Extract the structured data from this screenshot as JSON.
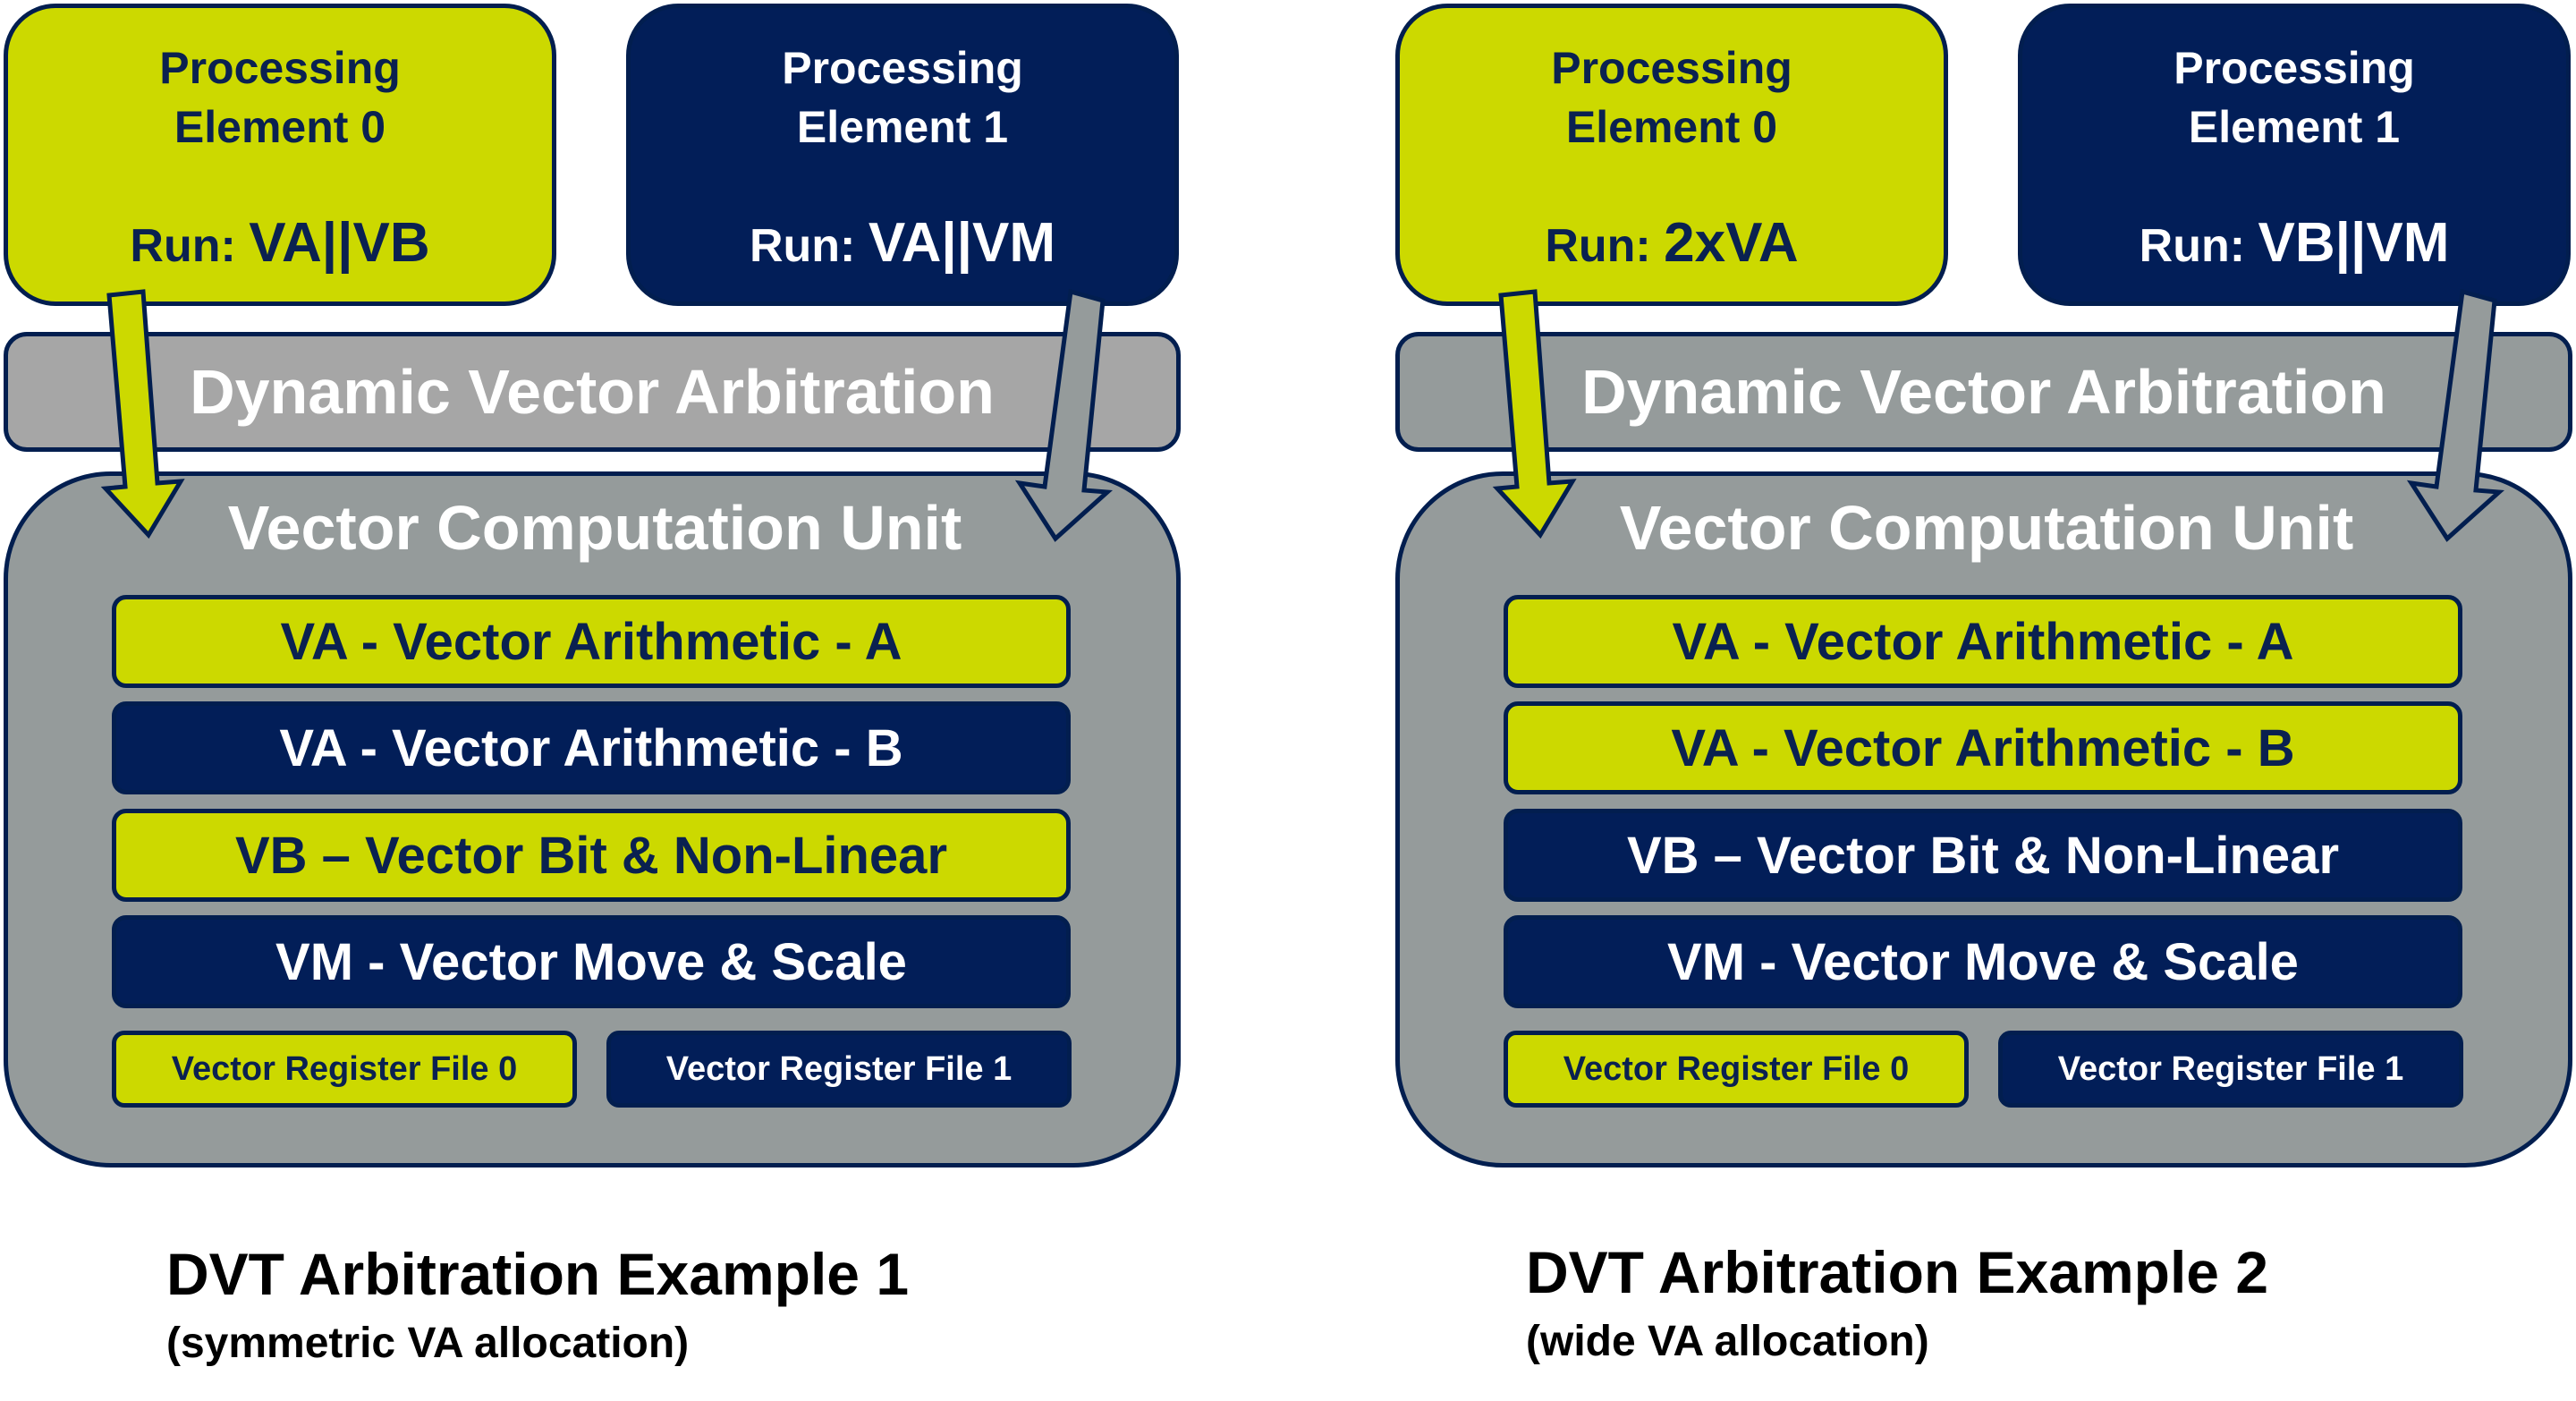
{
  "colors": {
    "lime": "#ccd900",
    "navy": "#021e58",
    "outline": "#021e4f",
    "gray_light": "#a6a6a6",
    "gray": "#959b9b"
  },
  "examples": [
    {
      "pe0": {
        "title_line1": "Processing",
        "title_line2": "Element 0",
        "run_label": "Run:",
        "run_value": "VA||VB"
      },
      "pe1": {
        "title_line1": "Processing",
        "title_line2": "Element 1",
        "run_label": "Run:",
        "run_value": "VA||VM"
      },
      "arbitration": "Dynamic Vector Arbitration",
      "vcu_title": "Vector Computation Unit",
      "units": [
        {
          "label": "VA - Vector Arithmetic - A",
          "owner": "PE0"
        },
        {
          "label": "VA - Vector Arithmetic - B",
          "owner": "PE1"
        },
        {
          "label": "VB – Vector Bit & Non-Linear",
          "owner": "PE0"
        },
        {
          "label": "VM - Vector Move & Scale",
          "owner": "PE1"
        }
      ],
      "register_files": [
        {
          "label": "Vector Register File 0"
        },
        {
          "label": "Vector Register File 1"
        }
      ],
      "caption_title": "DVT Arbitration Example 1",
      "caption_sub": "(symmetric VA allocation)"
    },
    {
      "pe0": {
        "title_line1": "Processing",
        "title_line2": "Element 0",
        "run_label": "Run:",
        "run_value": "2xVA"
      },
      "pe1": {
        "title_line1": "Processing",
        "title_line2": "Element 1",
        "run_label": "Run:",
        "run_value": "VB||VM"
      },
      "arbitration": "Dynamic Vector Arbitration",
      "vcu_title": "Vector Computation Unit",
      "units": [
        {
          "label": "VA - Vector Arithmetic - A",
          "owner": "PE0"
        },
        {
          "label": "VA - Vector Arithmetic - B",
          "owner": "PE0"
        },
        {
          "label": "VB – Vector Bit & Non-Linear",
          "owner": "PE1"
        },
        {
          "label": "VM - Vector Move & Scale",
          "owner": "PE1"
        }
      ],
      "register_files": [
        {
          "label": "Vector Register File 0"
        },
        {
          "label": "Vector Register File 1"
        }
      ],
      "caption_title": "DVT Arbitration Example 2",
      "caption_sub": "(wide VA allocation)"
    }
  ]
}
